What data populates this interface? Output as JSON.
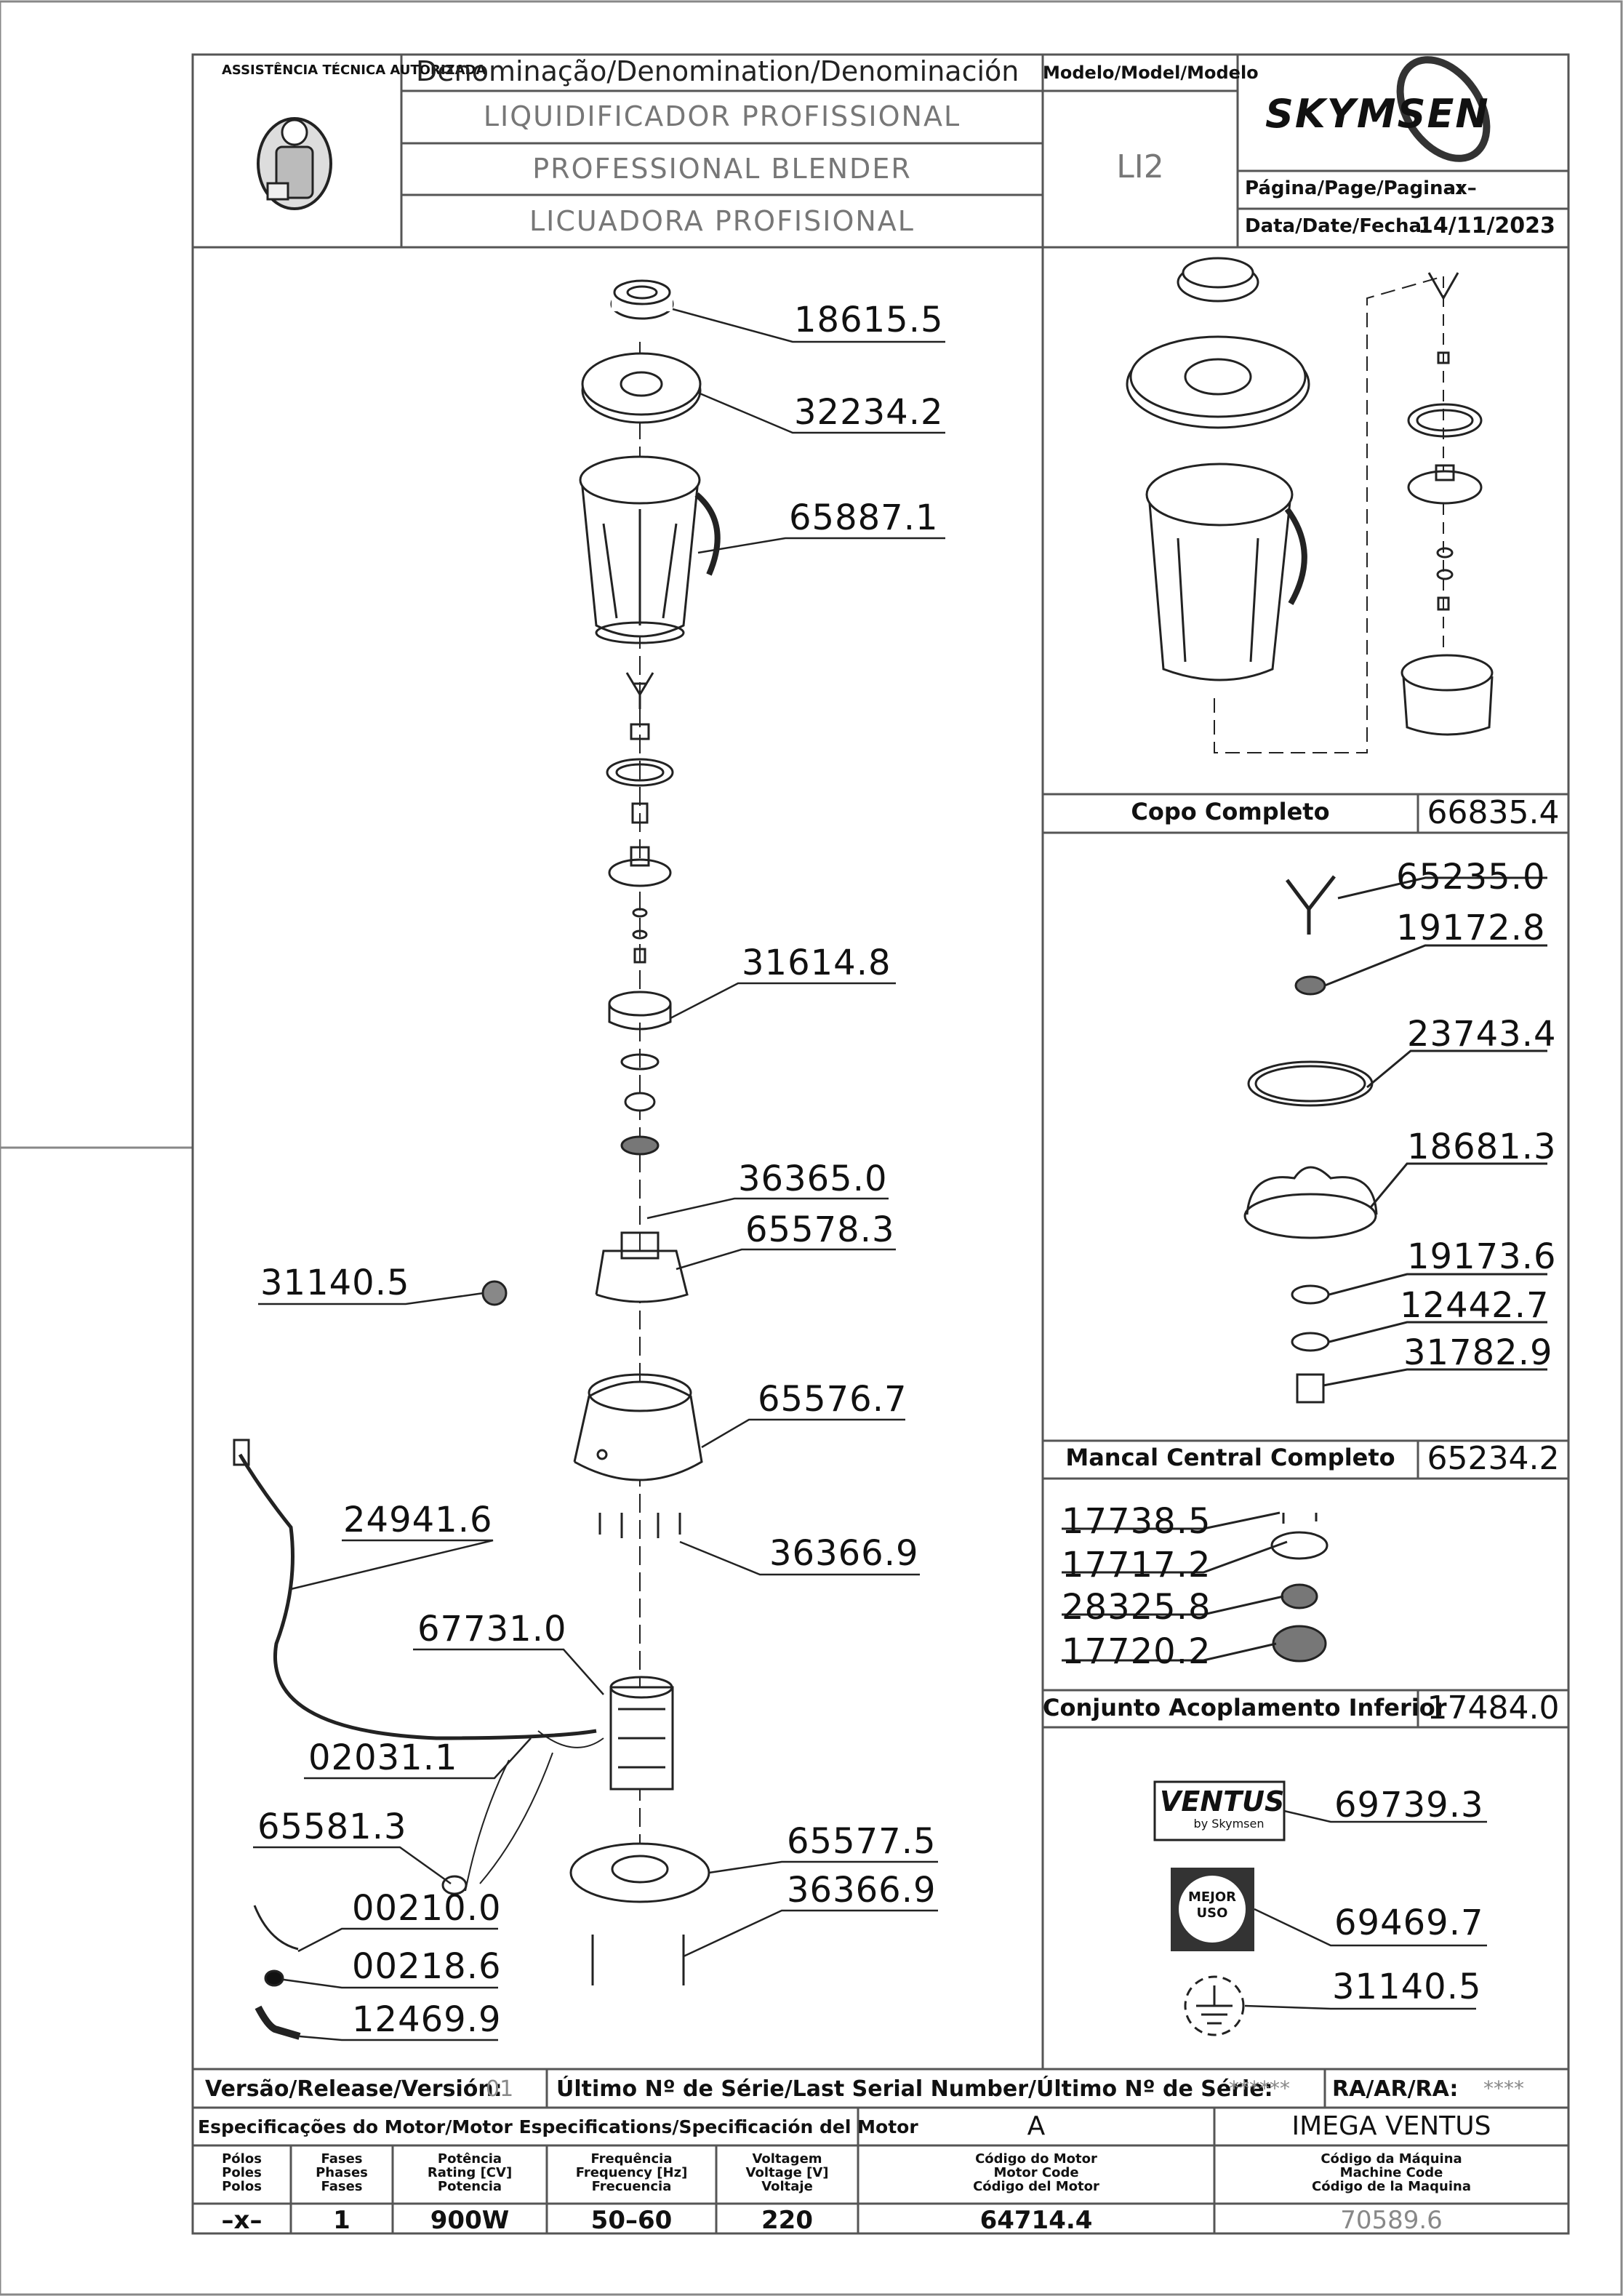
{
  "header": {
    "denomination_label": "Denominação/Denomination/Denominación",
    "name_pt": "LIQUIDIFICADOR  PROFISSIONAL",
    "name_en": "PROFESSIONAL  BLENDER",
    "name_es": "LICUADORA  PROFISIONAL",
    "model_label": "Modelo/Model/Modelo",
    "model_value": "LI2",
    "brand": "SKYMSEN",
    "page_label": "Página/Page/Pagina:",
    "page_value": "–x–",
    "date_label": "Data/Date/Fecha:",
    "date_value": "14/11/2023",
    "seal_text": "ASSISTÊNCIA TÉCNICA AUTORIZADA"
  },
  "parts": {
    "p18615": "18615.5",
    "p32234": "32234.2",
    "p65887": "65887.1",
    "p31614": "31614.8",
    "p36365": "36365.0",
    "p65578": "65578.3",
    "p31140a": "31140.5",
    "p65576": "65576.7",
    "p24941": "24941.6",
    "p36366a": "36366.9",
    "p67731": "67731.0",
    "p02031": "02031.1",
    "p65581": "65581.3",
    "p65577": "65577.5",
    "p36366b": "36366.9",
    "p00210": "00210.0",
    "p00218": "00218.6",
    "p12469": "12469.9"
  },
  "kits": {
    "copo_name": "Copo  Completo",
    "copo_code": "66835.4",
    "mancal": {
      "p65235": "65235.0",
      "p19172": "19172.8",
      "p23743": "23743.4",
      "p18681": "18681.3",
      "p19173": "19173.6",
      "p12442": "12442.7",
      "p31782": "31782.9",
      "name": "Mancal  Central  Completo",
      "code": "65234.2"
    },
    "acopl": {
      "p17738": "17738.5",
      "p17717": "17717.2",
      "p28325": "28325.8",
      "p17720": "17720.2",
      "name": "Conjunto  Acoplamento  Inferior",
      "code": "17484.0"
    }
  },
  "labels": {
    "ventus_code": "69739.3",
    "ventus_text": "VENTUS",
    "ventus_sub": "by Skymsen",
    "mejor_code": "69469.7",
    "mejor_text": "MEJOR USO",
    "ground_code": "31140.5"
  },
  "footer": {
    "version_label": "Versão/Release/Versión:",
    "version_value": "01",
    "serial_label": "Último  Nº  de  Série/Last  Serial  Number/Último  Nº  de  Série:",
    "serial_value": "******",
    "ra_label": "RA/AR/RA:",
    "ra_value": "****",
    "motor_spec_label": "Especificações do Motor/Motor Especifications/Specificación del Motor",
    "motor_code_letter": "A",
    "machine_name": "IMEGA  VENTUS",
    "col_polos": "Pólos\nPoles\nPolos",
    "col_fases": "Fases\nPhases\nFases",
    "col_potencia": "Potência\nRating [CV]\nPotencia",
    "col_freq": "Frequência\nFrequency [Hz]\nFrecuencia",
    "col_volt": "Voltagem\nVoltage [V]\nVoltaje",
    "col_motor_code": "Código do Motor\nMotor Code\nCódigo del Motor",
    "col_machine_code": "Código da Máquina\nMachine Code\nCódigo de la Maquina",
    "v_polos": "–x–",
    "v_fases": "1",
    "v_potencia": "900W",
    "v_freq": "50–60",
    "v_volt": "220",
    "v_motor_code": "64714.4",
    "v_machine_code": "70589.6"
  },
  "colors": {
    "line": "#222222",
    "frame": "#555555",
    "grey_text": "#777777"
  }
}
